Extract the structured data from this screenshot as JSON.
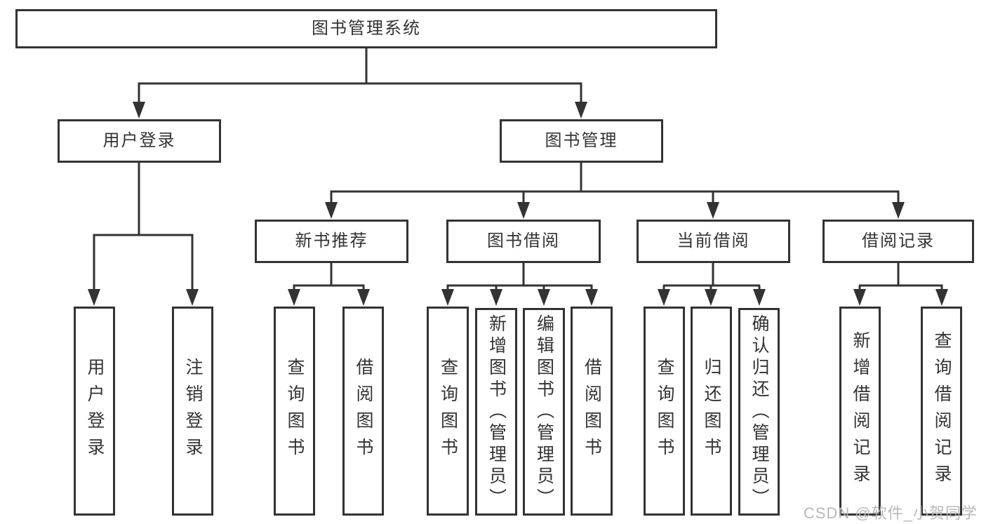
{
  "diagram": {
    "root": {
      "label": "图书管理系统"
    },
    "branches": [
      {
        "label": "用户登录",
        "children": [
          {
            "label": "用户登录"
          },
          {
            "label": "注销登录"
          }
        ]
      },
      {
        "label": "图书管理",
        "sections": [
          {
            "label": "新书推荐",
            "children": [
              {
                "label": "查询图书"
              },
              {
                "label": "借阅图书"
              }
            ]
          },
          {
            "label": "图书借阅",
            "children": [
              {
                "label": "查询图书"
              },
              {
                "label": "新增图书（管理员）"
              },
              {
                "label": "编辑图书（管理员）"
              },
              {
                "label": "借阅图书"
              }
            ]
          },
          {
            "label": "当前借阅",
            "children": [
              {
                "label": "查询图书"
              },
              {
                "label": "归还图书"
              },
              {
                "label": "确认归还（管理员）"
              }
            ]
          },
          {
            "label": "借阅记录",
            "children": [
              {
                "label": "新增借阅记录"
              },
              {
                "label": "查询借阅记录"
              }
            ]
          }
        ]
      }
    ],
    "watermark": "CSDN @软件_小贺同学",
    "colors": {
      "line": "#333333",
      "text": "#333333",
      "watermark": "#b5b5b5",
      "background": "#ffffff"
    }
  }
}
